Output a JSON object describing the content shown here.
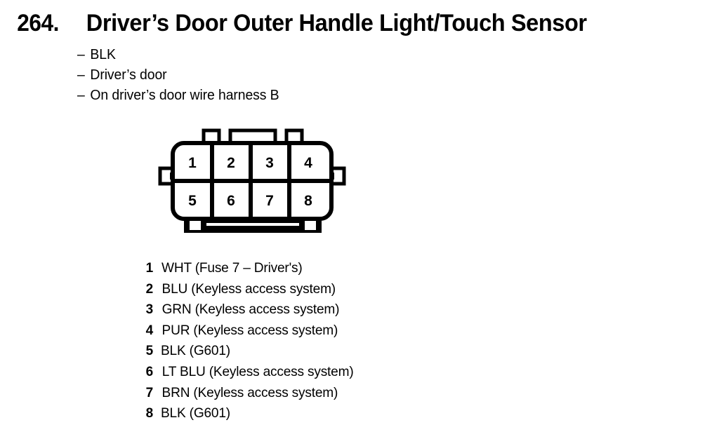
{
  "page": {
    "background_color": "#ffffff",
    "ink_color": "#000000"
  },
  "header": {
    "number": "264.",
    "title": "Driver’s Door Outer Handle Light/Touch Sensor"
  },
  "attributes": {
    "dash": "–",
    "items": [
      "BLK",
      "Driver’s door",
      "On driver’s door wire harness B"
    ]
  },
  "connector": {
    "name": "8-pin-connector-face-view",
    "pin_count": 8,
    "rows": 2,
    "columns": 4,
    "top_row_pins": [
      "1",
      "2",
      "3",
      "4"
    ],
    "bottom_row_pins": [
      "5",
      "6",
      "7",
      "8"
    ],
    "features": {
      "top_tab_left": "small-square-tab",
      "top_tab_center": "wide-rectangular-tab",
      "top_tab_right": "small-square-tab",
      "side_tab_left": "square-latch-tab",
      "side_tab_right": "square-latch-tab",
      "bottom_rail": "slotted-base-rail"
    }
  },
  "pin_legend": [
    {
      "pin": "1",
      "description": "WHT (Fuse 7 – Driver's)"
    },
    {
      "pin": "2",
      "description": "BLU (Keyless access system)"
    },
    {
      "pin": "3",
      "description": "GRN (Keyless access system)"
    },
    {
      "pin": "4",
      "description": "PUR (Keyless access system)"
    },
    {
      "pin": "5",
      "description": "BLK (G601)"
    },
    {
      "pin": "6",
      "description": "LT BLU (Keyless access system)"
    },
    {
      "pin": "7",
      "description": "BRN (Keyless access system)"
    },
    {
      "pin": "8",
      "description": "BLK (G601)"
    }
  ]
}
